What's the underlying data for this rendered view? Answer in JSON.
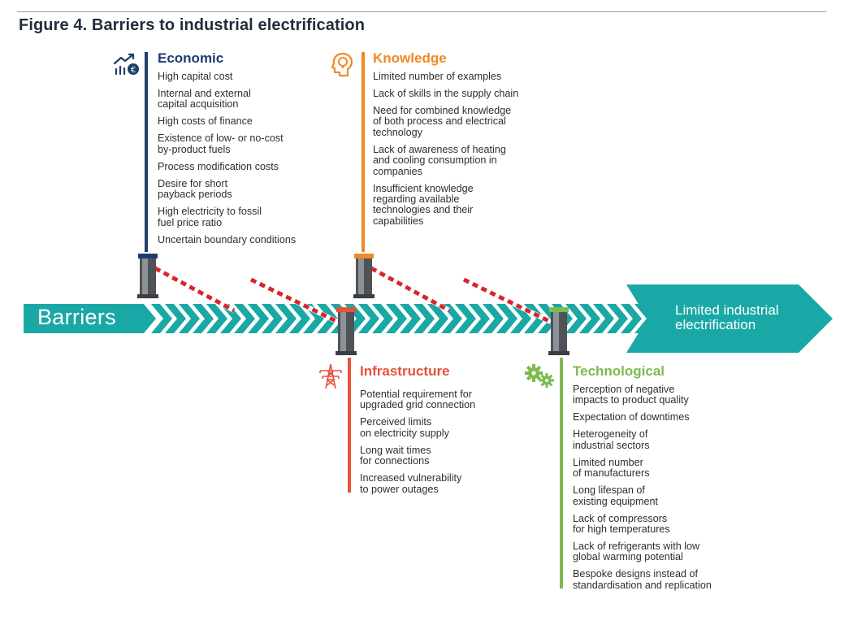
{
  "figure_title": "Figure 4. Barriers to industrial electrification",
  "arrow": {
    "label": "Barriers",
    "outcome": "Limited industrial\nelectrification",
    "color": "#1aa8a6"
  },
  "categories": {
    "economic": {
      "title": "Economic",
      "color": "#1e3d6b",
      "icon": "chart-euro-icon",
      "items": [
        "High capital cost",
        "Internal and external\ncapital acquisition",
        "High costs of finance",
        "Existence of low- or no-cost\nby-product fuels",
        "Process modification costs",
        "Desire for short\npayback periods",
        "High electricity to fossil\nfuel price ratio",
        "Uncertain boundary conditions"
      ]
    },
    "knowledge": {
      "title": "Knowledge",
      "color": "#f08a24",
      "icon": "head-lightbulb-icon",
      "items": [
        "Limited number of examples",
        "Lack of skills in the supply chain",
        "Need for combined knowledge\nof both process and electrical\ntechnology",
        "Lack of awareness of heating\nand cooling consumption in\ncompanies",
        "Insufficient knowledge\nregarding available\ntechnologies and their\ncapabilities"
      ]
    },
    "infrastructure": {
      "title": "Infrastructure",
      "color": "#e8523a",
      "icon": "power-pylon-icon",
      "items": [
        "Potential requirement for\nupgraded grid connection",
        "Perceived limits\non electricity supply",
        "Long wait times\nfor connections",
        "Increased vulnerability\nto power outages"
      ]
    },
    "technological": {
      "title": "Technological",
      "color": "#7dbb4f",
      "icon": "gears-icon",
      "items": [
        "Perception of negative\nimpacts to product quality",
        "Expectation of downtimes",
        "Heterogeneity of\nindustrial sectors",
        "Limited number\nof manufacturers",
        "Long lifespan of\nexisting equipment",
        "Lack of compressors\nfor high temperatures",
        "Lack of refrigerants with low\nglobal warming potential",
        "Bespoke designs instead of\nstandardisation and replication"
      ]
    }
  },
  "barrier_gate_colors": {
    "stripe_red": "#d9262c",
    "post": "#4f5357"
  }
}
